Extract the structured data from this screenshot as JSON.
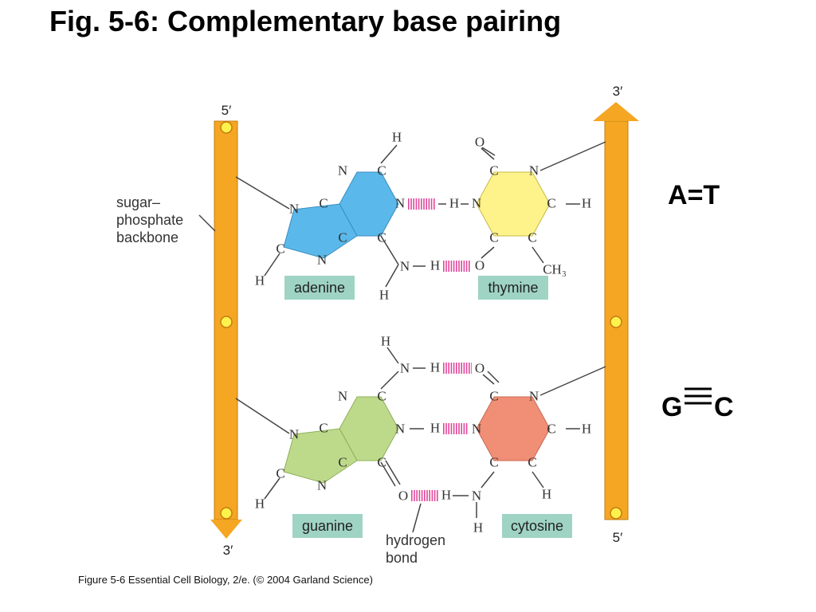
{
  "title": "Fig. 5-6: Complementary base pairing",
  "strand_left": {
    "top_end": "5′",
    "bottom_end": "3′"
  },
  "strand_right": {
    "top_end": "3′",
    "bottom_end": "5′"
  },
  "labels": {
    "backbone": [
      "sugar–",
      "phosphate",
      "backbone"
    ],
    "hydrogen_bond": [
      "hydrogen",
      "bond"
    ]
  },
  "bases": {
    "adenine": "adenine",
    "thymine": "thymine",
    "guanine": "guanine",
    "cytosine": "cytosine"
  },
  "pairs": {
    "at_left": "A",
    "at_bond": "=",
    "at_right": "T",
    "gc_left": "G",
    "gc_right": "C"
  },
  "atoms": {
    "N": "N",
    "C": "C",
    "O": "O",
    "H": "H",
    "CH3": "CH₃"
  },
  "caption": "Figure 5-6  Essential Cell Biology, 2/e. (© 2004 Garland Science)",
  "colors": {
    "backbone": "#f5a623",
    "node": "#fff24d",
    "adenine": "#5bb8ea",
    "thymine": "#fdf38a",
    "guanine": "#bdda8b",
    "cytosine": "#f08e76",
    "label_box": "#9fd4c4",
    "hydrogen_bond": "#e0489b"
  }
}
